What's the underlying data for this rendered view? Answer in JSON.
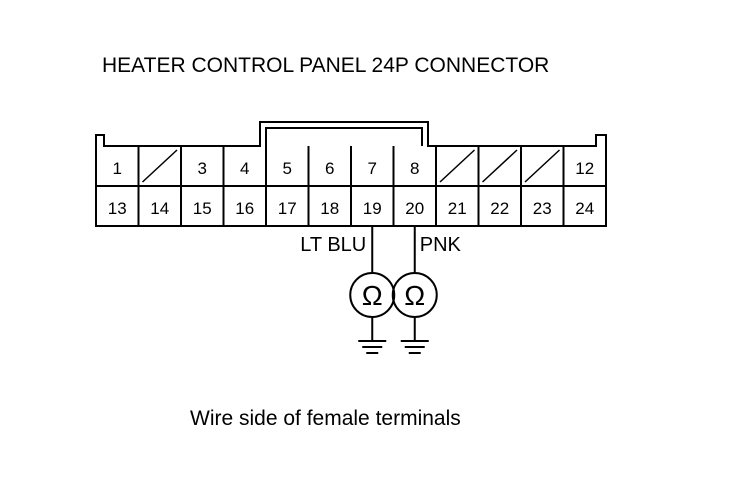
{
  "title": "HEATER CONTROL PANEL 24P CONNECTOR",
  "caption": "Wire side of female terminals",
  "top_row": [
    {
      "label": "1",
      "empty": false
    },
    {
      "label": "",
      "empty": true
    },
    {
      "label": "3",
      "empty": false
    },
    {
      "label": "4",
      "empty": false
    },
    {
      "label": "5",
      "empty": false
    },
    {
      "label": "6",
      "empty": false
    },
    {
      "label": "7",
      "empty": false
    },
    {
      "label": "8",
      "empty": false
    },
    {
      "label": "",
      "empty": true
    },
    {
      "label": "",
      "empty": true
    },
    {
      "label": "",
      "empty": true
    },
    {
      "label": "12",
      "empty": false
    }
  ],
  "bottom_row": [
    "13",
    "14",
    "15",
    "16",
    "17",
    "18",
    "19",
    "20",
    "21",
    "22",
    "23",
    "24"
  ],
  "probes": [
    {
      "wire_label": "LT BLU",
      "terminal": "19",
      "symbol": "Ω",
      "meter_icon": "ohmmeter-icon",
      "ground_icon": "ground-icon"
    },
    {
      "wire_label": "PNK",
      "terminal": "20",
      "symbol": "Ω",
      "meter_icon": "ohmmeter-icon",
      "ground_icon": "ground-icon"
    }
  ]
}
